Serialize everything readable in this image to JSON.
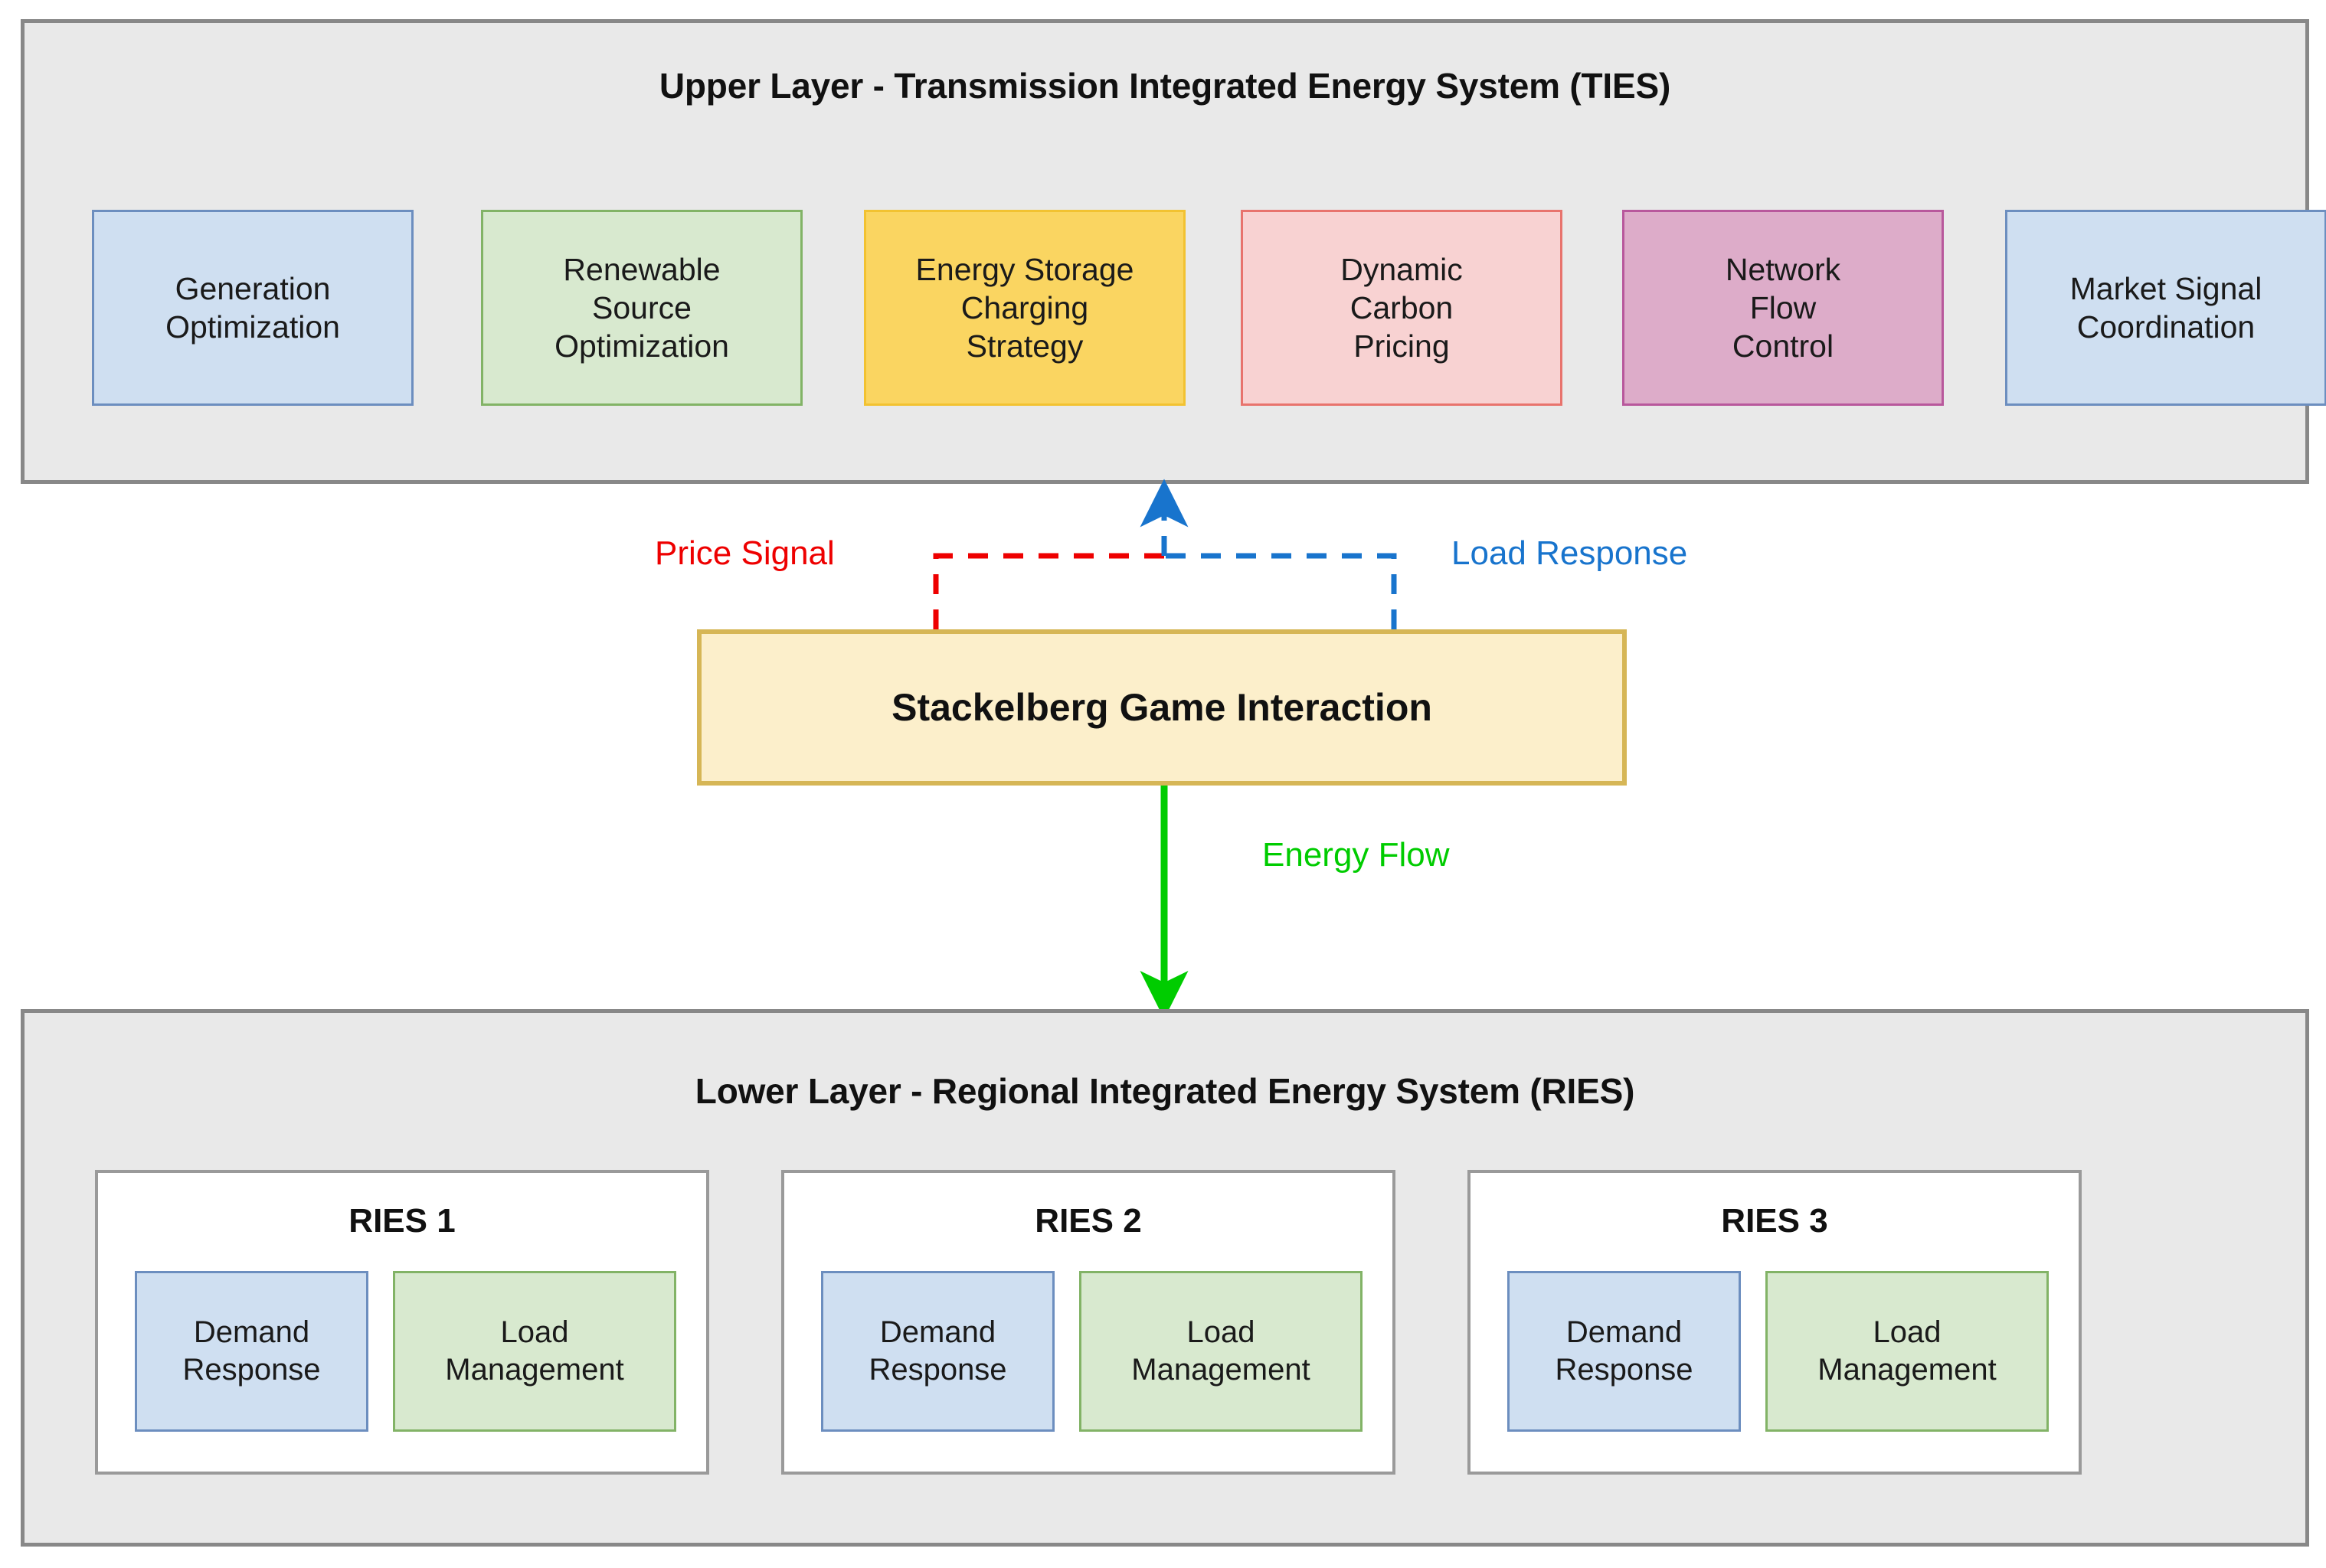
{
  "diagram": {
    "type": "bilevel-energy-system-architecture",
    "upper_layer": {
      "title": "Upper Layer - Transmission Integrated Energy System (TIES)",
      "modules": [
        {
          "label": "Generation\nOptimization",
          "color": "#cfdff1",
          "border": "#6c8ebf"
        },
        {
          "label": "Renewable\nSource\nOptimization",
          "color": "#d8e9cf",
          "border": "#82b366"
        },
        {
          "label": "Energy Storage\nCharging\nStrategy",
          "color": "#fad561",
          "border": "#f2c231"
        },
        {
          "label": "Dynamic\nCarbon\nPricing",
          "color": "#f8d2d2",
          "border": "#e8736d"
        },
        {
          "label": "Network\nFlow\nControl",
          "color": "#ddacc9",
          "border": "#b8589c"
        },
        {
          "label": "Market Signal\nCoordination",
          "color": "#cfdff1",
          "border": "#6c8ebf"
        }
      ]
    },
    "middle": {
      "box_label": "Stackelberg Game Interaction",
      "box_fill": "#fcefcb",
      "box_border": "#d6b656"
    },
    "connectors": [
      {
        "label": "Price Signal",
        "color": "#ee0000",
        "style": "dashed",
        "direction": "up"
      },
      {
        "label": "Load Response",
        "color": "#1874cd",
        "style": "dashed",
        "direction": "up"
      },
      {
        "label": "Energy Flow",
        "color": "#00cc00",
        "style": "solid",
        "direction": "down"
      }
    ],
    "lower_layer": {
      "title": "Lower Layer - Regional Integrated Energy System (RIES)",
      "regions": [
        {
          "title": "RIES 1",
          "children": [
            {
              "label": "Demand\nResponse",
              "color": "#cfdff1",
              "border": "#6c8ebf"
            },
            {
              "label": "Load\nManagement",
              "color": "#d8e9cf",
              "border": "#82b366"
            }
          ]
        },
        {
          "title": "RIES 2",
          "children": [
            {
              "label": "Demand\nResponse",
              "color": "#cfdff1",
              "border": "#6c8ebf"
            },
            {
              "label": "Load\nManagement",
              "color": "#d8e9cf",
              "border": "#82b366"
            }
          ]
        },
        {
          "title": "RIES 3",
          "children": [
            {
              "label": "Demand\nResponse",
              "color": "#cfdff1",
              "border": "#6c8ebf"
            },
            {
              "label": "Load\nManagement",
              "color": "#d8e9cf",
              "border": "#82b366"
            }
          ]
        }
      ]
    },
    "palette": {
      "panel_fill": "#e9e9e9",
      "panel_border": "#888888",
      "region_fill": "#ffffff",
      "region_border": "#9a9a9a",
      "page_background": "#ffffff"
    }
  }
}
